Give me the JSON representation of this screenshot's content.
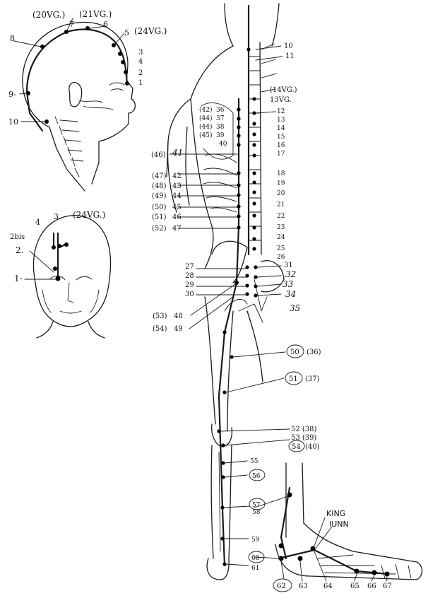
{
  "head_side": {
    "labels": {
      "p20vg": "(20VG.)",
      "p21vg": "(21VG.)",
      "p24vg": "(24VG.)",
      "n1": "1",
      "n2": "2",
      "n3": "3",
      "n4": "4",
      "n5": "5",
      "n6": "6",
      "n7": "7",
      "n8": "8",
      "n9": "9-",
      "n10": "10"
    }
  },
  "head_front": {
    "labels": {
      "n1": "1-",
      "n2": "2.",
      "n2bis": "2bis",
      "n3": "3",
      "n4": "4",
      "p24vg": "(24VG.)"
    }
  },
  "back": {
    "labels_right": [
      "10",
      "11",
      "(14VG.)",
      "13VG.",
      "12",
      "13",
      "14",
      "15",
      "16",
      "17",
      "18",
      "19",
      "20",
      "21",
      "22",
      "23",
      "24",
      "25",
      "26"
    ],
    "labels_left_paren": [
      "(42)",
      "(44)",
      "(44)",
      "(45)"
    ],
    "labels_left_num": [
      "36",
      "37",
      "38",
      "39",
      "40"
    ],
    "label_41": "41",
    "label_46paren": "(46)",
    "lower_left_paren": [
      "(47)",
      "(48)",
      "(49)",
      "(50)",
      "(51)",
      "(52)"
    ],
    "lower_left_num": [
      "42",
      "43",
      "44",
      "45",
      "46",
      "47"
    ],
    "hip_left": [
      "27",
      "28",
      "29",
      "30"
    ],
    "hip_right": [
      "31",
      "32",
      "33",
      "34",
      "35"
    ],
    "pair_53": [
      "(53)",
      "48"
    ],
    "pair_54": [
      "(54)",
      "49"
    ]
  },
  "leg": {
    "p50": "50",
    "p50paren": "(36)",
    "p51": "51",
    "p51paren": "(37)",
    "p52": "52 (38)",
    "p53": "53 (39)",
    "p54": "54",
    "p54paren": "(40)",
    "p55": "55",
    "p56": "56",
    "p57": "57",
    "p58": "58",
    "p59": "59",
    "p60": "60",
    "p61": "61"
  },
  "foot": {
    "king": "KING",
    "iunn": "IUNN",
    "p62": "62",
    "p63": "63",
    "p64": "64",
    "p65": "65",
    "p66": "66",
    "p67": "67"
  }
}
